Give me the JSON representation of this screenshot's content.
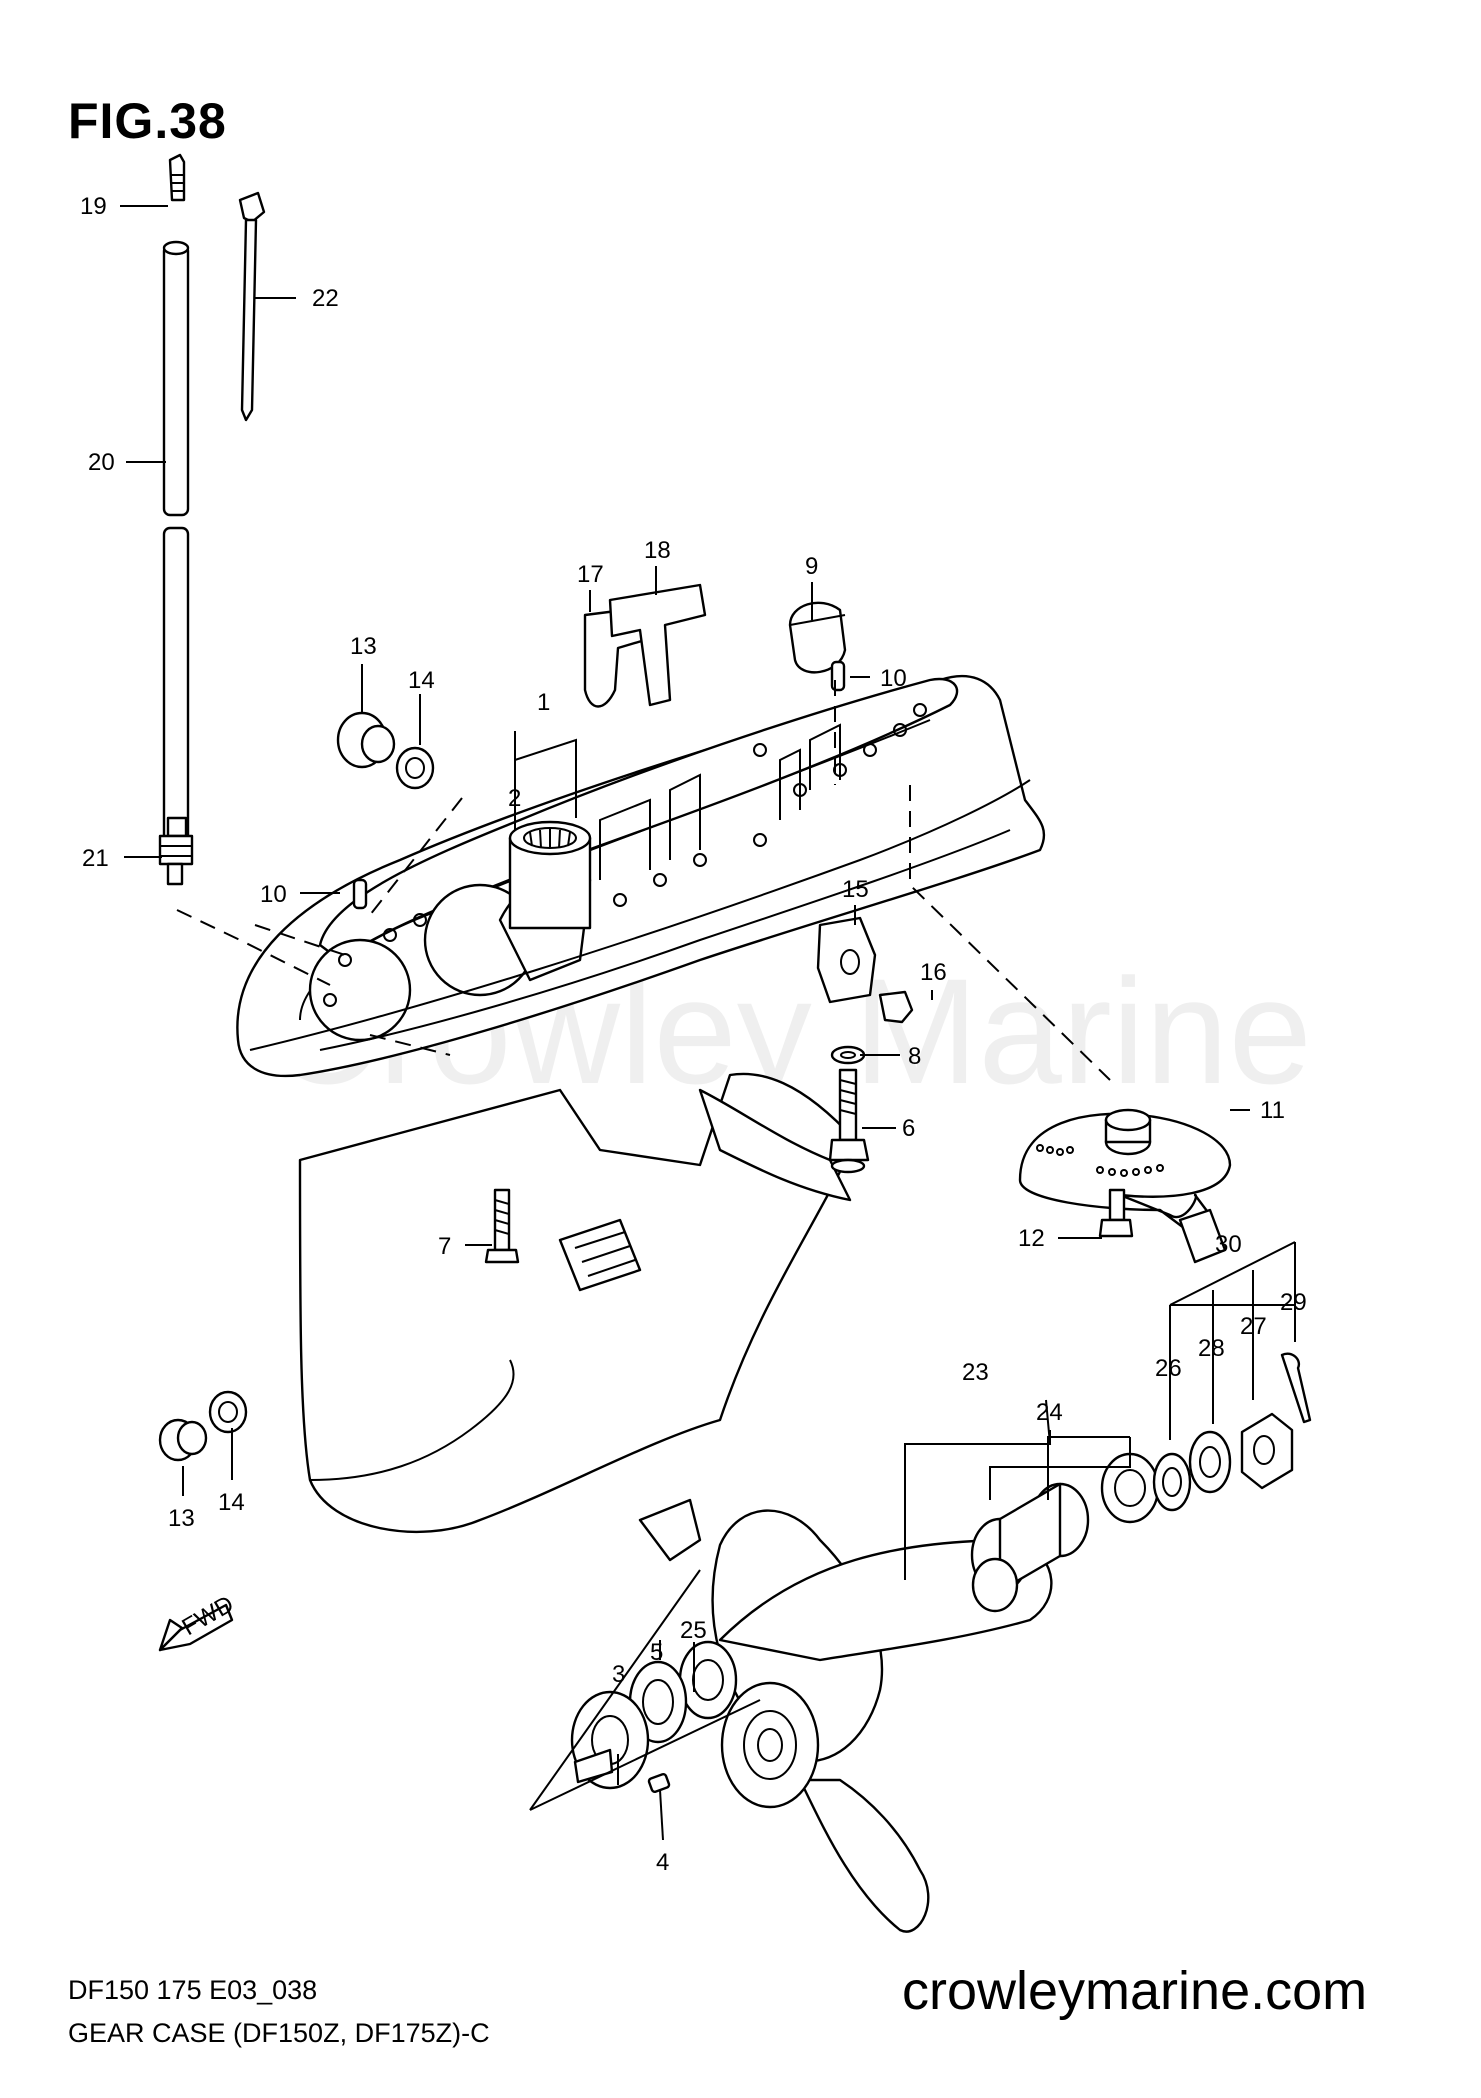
{
  "figure": {
    "title": "FIG.38",
    "model_code": "DF150 175 E03_038",
    "caption": "GEAR CASE (DF150Z, DF175Z)-C",
    "website": "crowleymarine.com",
    "watermark": "Crowley Marine",
    "fwd_label": "FWD"
  },
  "callouts": {
    "c1": "1",
    "c2": "2",
    "c3": "3",
    "c4": "4",
    "c5": "5",
    "c6": "6",
    "c7": "7",
    "c8": "8",
    "c9": "9",
    "c10a": "10",
    "c10b": "10",
    "c11": "11",
    "c12": "12",
    "c13a": "13",
    "c13b": "13",
    "c14a": "14",
    "c14b": "14",
    "c15": "15",
    "c16": "16",
    "c17": "17",
    "c18": "18",
    "c19": "19",
    "c20": "20",
    "c21": "21",
    "c22": "22",
    "c23": "23",
    "c24": "24",
    "c25": "25",
    "c26": "26",
    "c27": "27",
    "c28": "28",
    "c29": "29",
    "c30": "30"
  }
}
